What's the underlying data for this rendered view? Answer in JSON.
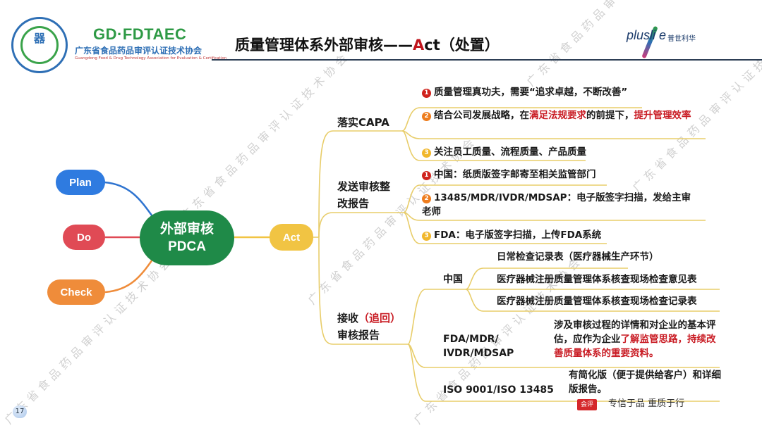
{
  "header": {
    "org_logo_glyph": "器",
    "org_abbr": "GD·FDTAEC",
    "org_name": "广东省食品药品审评认证技术协会",
    "org_name_en": "Guangdong Food & Drug Technology Association for Evaluation & Certification",
    "title_prefix": "质量管理体系外部审核——",
    "title_accent": "A",
    "title_suffix": "ct（处置）",
    "brand": "plusli e",
    "brand_cn": "普世利华"
  },
  "mindmap": {
    "center": {
      "line1": "外部审核",
      "line2": "PDCA",
      "color": "#1f8a48"
    },
    "left_nodes": [
      {
        "label": "Plan",
        "color": "#2f7be0"
      },
      {
        "label": "Do",
        "color": "#e04a55"
      },
      {
        "label": "Check",
        "color": "#ef8c3a"
      }
    ],
    "act": {
      "label": "Act",
      "color": "#f1c443"
    },
    "branches": [
      {
        "label": "落实CAPA",
        "items": [
          {
            "num": "1",
            "parts": [
              "质量管理真功夫，需要“追求卓越，不断改善”"
            ]
          },
          {
            "num": "2",
            "pre": "结合公司发展战略，在",
            "red1": "满足法规要求",
            "mid": "的前提下，",
            "red2": "提升管理效率"
          },
          {
            "num": "3",
            "text": "关注员工质量、流程质量、产品质量"
          }
        ]
      },
      {
        "label": "发送审核整改报告",
        "label_line1": "发送审核整",
        "label_line2": "改报告",
        "items": [
          {
            "num": "1",
            "text": "中国：纸质版签字邮寄至相关监管部门"
          },
          {
            "num": "2",
            "text": "13485/MDR/IVDR/MDSAP：电子版签字扫描，发给主审老师"
          },
          {
            "num": "3",
            "text": "FDA：电子版签字扫描，上传FDA系统"
          }
        ]
      },
      {
        "label_pre": "接收",
        "label_red": "（追回）",
        "label_line2": "审核报告",
        "sub": [
          {
            "label": "中国",
            "items": [
              "日常检查记录表（医疗器械生产环节）",
              "医疗器械注册质量管理体系核查现场检查意见表",
              "医疗器械注册质量管理体系核查现场检查记录表"
            ]
          },
          {
            "label_line1": "FDA/MDR/",
            "label_line2": "IVDR/MDSAP",
            "desc_pre": "涉及审核过程的详情和对企业的基本评估，应作为企业",
            "desc_red": "了解监管思路，持续改善质量体系的重要资料。"
          },
          {
            "label": "ISO 9001/ISO 13485",
            "desc": "有简化版（便于提供给客户）和详细版报告。"
          }
        ]
      }
    ]
  },
  "footer": {
    "slide_number": "17",
    "wm_badge": "会评",
    "wm_text": "专信于品    重质于行"
  },
  "watermark": "广东省食品药品审评认证技术协会"
}
